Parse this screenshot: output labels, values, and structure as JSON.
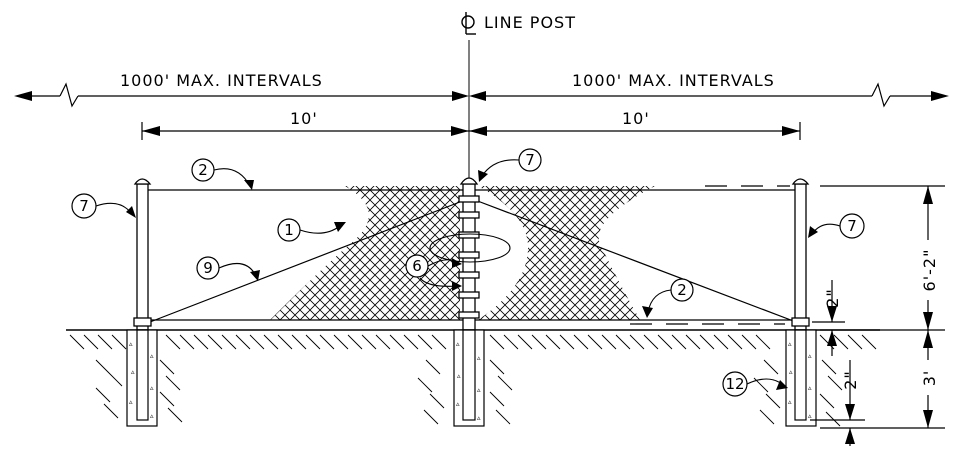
{
  "title": "LINE POST",
  "title_symbol": "℄",
  "dimensions": {
    "max_interval_left": "1000' MAX. INTERVALS",
    "max_interval_right": "1000' MAX. INTERVALS",
    "span_left": "10'",
    "span_right": "10'",
    "fence_height": "6'-2\"",
    "footing_depth": "3'",
    "gap_bottom": "2\"",
    "gap_footing": "2\""
  },
  "callouts": {
    "c1": "1",
    "c2a": "2",
    "c2b": "2",
    "c6": "6",
    "c7a": "7",
    "c7b": "7",
    "c7c": "7",
    "c9": "9",
    "c12": "12"
  }
}
